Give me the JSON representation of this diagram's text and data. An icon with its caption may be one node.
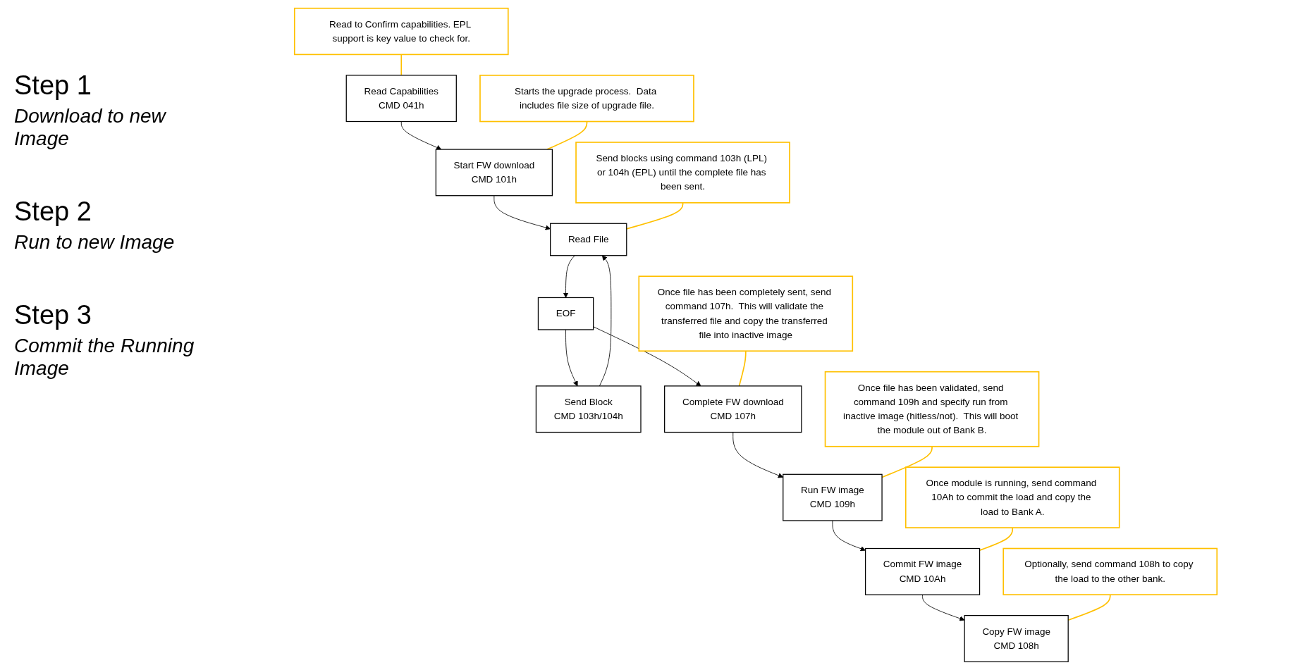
{
  "diagram": {
    "nodes": [
      {
        "text": [
          "Read to Confirm capabilities. EPL support is key value to check for."
        ]
      },
      {
        "text": [
          "Read Capabilities",
          "CMD 041h"
        ]
      },
      {
        "text": [
          "Starts the upgrade process.  Data includes file size of upgrade file."
        ]
      },
      {
        "text": [
          "Start FW download",
          "CMD 101h"
        ]
      },
      {
        "text": [
          "Send blocks using command 103h (LPL) or 104h (EPL) until the complete file has been sent."
        ]
      },
      {
        "text": [
          "Read File"
        ]
      },
      {
        "text": [
          "Send Block",
          "CMD 103h/104h"
        ]
      },
      {
        "text": [
          "EOF"
        ]
      },
      {
        "text": [
          "Once file has been completely sent, send command 107h.  This will validate the transferred file and copy the transferred file into inactive image"
        ]
      },
      {
        "text": [
          "Complete FW download",
          "CMD 107h"
        ]
      },
      {
        "text": [
          "Once file has been validated, send command 109h and specify run from inactive image (hitless/not).  This will boot the module out of Bank B."
        ]
      },
      {
        "text": [
          "Run FW image",
          "CMD 109h"
        ]
      },
      {
        "text": [
          "Once module is running, send command 10Ah to commit the load and copy the load to Bank A."
        ]
      },
      {
        "text": [
          "Commit FW image",
          "CMD 10Ah"
        ]
      },
      {
        "text": [
          "Copy FW image",
          "CMD 108h"
        ]
      },
      {
        "text": [
          "Optionally, send command 108h to copy the load to the other bank."
        ]
      }
    ],
    "edges": [
      {
        "from": 0,
        "to": 1,
        "arrow": "none",
        "color": "#ffc000"
      },
      {
        "from": 1,
        "to": 3,
        "arrow": "to"
      },
      {
        "from": 2,
        "to": 3,
        "arrow": "none",
        "color": "#ffc000"
      },
      {
        "from": 3,
        "to": 5,
        "arrow": "to"
      },
      {
        "from": 4,
        "to": 5,
        "arrow": "none",
        "color": "#ffc000"
      },
      {
        "from": 6,
        "to": 5,
        "arrow": "to"
      },
      {
        "from": 5,
        "to": 7,
        "arrow": "to"
      },
      {
        "from": 7,
        "to": 6,
        "arrow": "to"
      },
      {
        "from": 7,
        "to": 9,
        "arrow": "to"
      },
      {
        "from": 8,
        "to": 9,
        "arrow": "none",
        "color": "#ffc000"
      },
      {
        "from": 9,
        "to": 11,
        "arrow": "to"
      },
      {
        "from": 10,
        "to": 11,
        "arrow": "none",
        "color": "#ffc000"
      },
      {
        "from": 11,
        "to": 13,
        "arrow": "to"
      },
      {
        "from": 12,
        "to": 13,
        "arrow": "none",
        "color": "#ffc000"
      },
      {
        "from": 13,
        "to": 14,
        "arrow": "to"
      },
      {
        "from": 15,
        "to": 14,
        "arrow": "none",
        "color": "#ffc000"
      }
    ],
    "labels": [
      "Step 1",
      "Download to new Image",
      "Step 2",
      "Run to new Image",
      "Step 3",
      "Commit the Running Image"
    ]
  }
}
